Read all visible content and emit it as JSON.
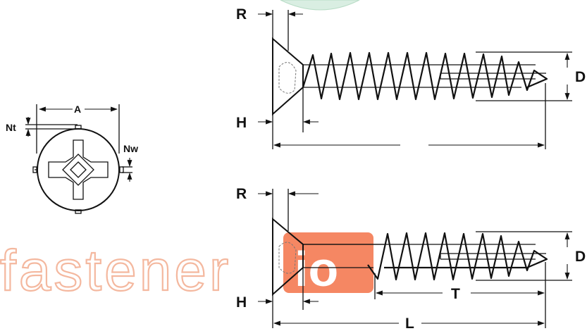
{
  "labels": {
    "A": "A",
    "Nt": "Nt",
    "Nw": "Nw",
    "R": "R",
    "H": "H",
    "D": "D",
    "T": "T",
    "L": "L"
  },
  "watermark": {
    "text": "fastener",
    "suffix": "io",
    "color": "#f4b59a",
    "accent": "#f26a3d"
  },
  "icons": {
    "head_view": "phillips-recess-icon"
  }
}
